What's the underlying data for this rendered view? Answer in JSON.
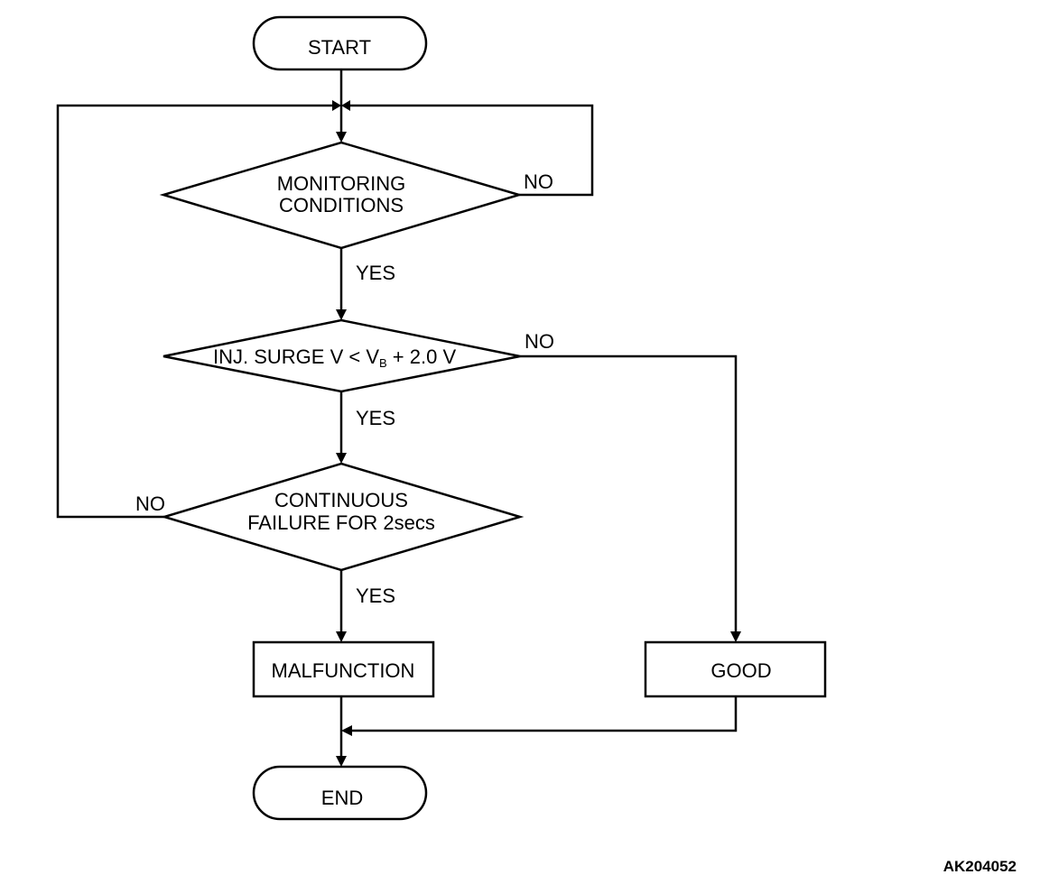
{
  "flowchart": {
    "start": "START",
    "end": "END",
    "decision_monitoring": {
      "line1": "MONITORING",
      "line2": "CONDITIONS"
    },
    "decision_surge": {
      "prefix": "INJ. SURGE V < V",
      "subscript": "B",
      "suffix": " + 2.0 V"
    },
    "decision_continuous": {
      "line1": "CONTINUOUS",
      "line2": "FAILURE FOR 2secs"
    },
    "malfunction": "MALFUNCTION",
    "good": "GOOD",
    "labels": {
      "no": "NO",
      "yes": "YES"
    }
  },
  "figure_code": "AK204052"
}
